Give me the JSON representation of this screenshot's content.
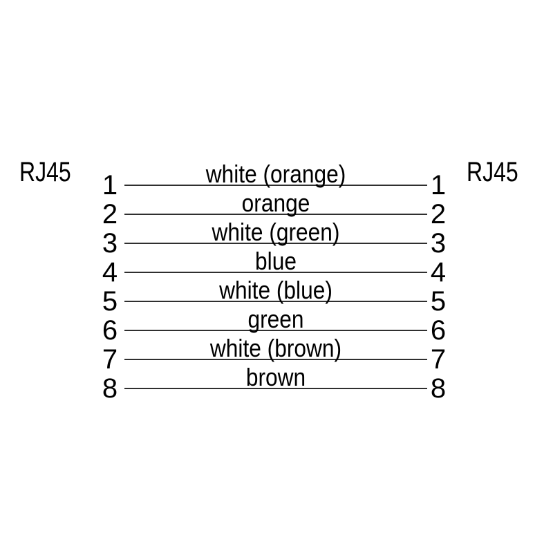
{
  "diagram": {
    "title_left": "RJ45",
    "title_right": "RJ45",
    "colors": {
      "background": "#ffffff",
      "text": "#000000",
      "line": "#2f2f2f"
    },
    "layout": {
      "first_line_y": 267.5,
      "row_spacing": 42
    },
    "wires": [
      {
        "pin_left": "1",
        "label": "white (orange)",
        "pin_right": "1"
      },
      {
        "pin_left": "2",
        "label": "orange",
        "pin_right": "2"
      },
      {
        "pin_left": "3",
        "label": "white (green)",
        "pin_right": "3"
      },
      {
        "pin_left": "4",
        "label": "blue",
        "pin_right": "4"
      },
      {
        "pin_left": "5",
        "label": "white (blue)",
        "pin_right": "5"
      },
      {
        "pin_left": "6",
        "label": "green",
        "pin_right": "6"
      },
      {
        "pin_left": "7",
        "label": "white (brown)",
        "pin_right": "7"
      },
      {
        "pin_left": "8",
        "label": "brown",
        "pin_right": "8"
      }
    ]
  }
}
